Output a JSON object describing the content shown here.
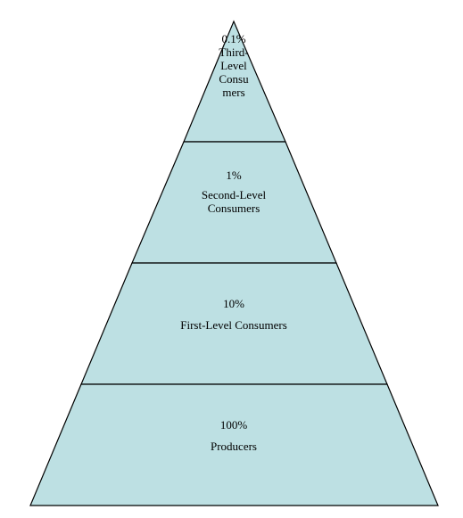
{
  "colors": {
    "fill": "#bde0e3",
    "stroke": "#000000"
  },
  "pyramid": {
    "levels": [
      {
        "id": "third",
        "percent": "0.1%",
        "label": "Third-Level Consumers"
      },
      {
        "id": "second",
        "percent": "1%",
        "label": "Second-Level Consumers"
      },
      {
        "id": "first",
        "percent": "10%",
        "label": "First-Level Consumers"
      },
      {
        "id": "producers",
        "percent": "100%",
        "label": "Producers"
      }
    ]
  }
}
